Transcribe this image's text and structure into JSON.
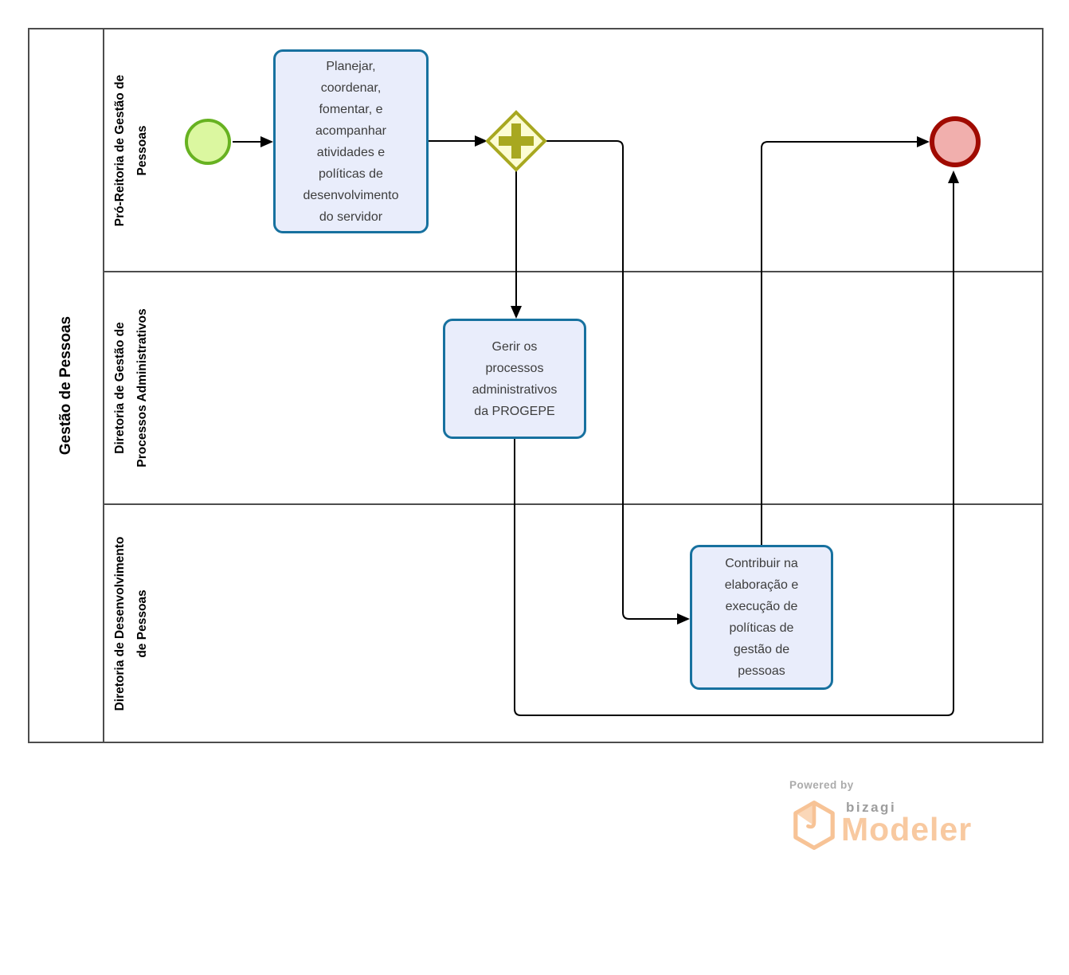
{
  "pool": {
    "label": "Gestão de Pessoas"
  },
  "lanes": [
    {
      "label": "Pró-Reitoria de Gestão de\nPessoas"
    },
    {
      "label": "Diretoria de Gestão de\nProcessos Administrativos"
    },
    {
      "label": "Diretoria de Desenvolvimento\nde Pessoas"
    }
  ],
  "nodes": {
    "start_event": {
      "type": "start-event",
      "fill": "#DBF7A0",
      "border": "#67B221"
    },
    "task1": {
      "label": "Planejar,\ncoordenar,\nfomentar, e\nacompanhar\natividades e\npolíticas de\ndesenvolvimento\ndo servidor"
    },
    "gateway": {
      "type": "parallel-gateway",
      "fill": "#FCFCD2",
      "border": "#A8A820"
    },
    "task2": {
      "label": "Gerir os\nprocessos\nadministrativos\nda PROGEPE"
    },
    "task3": {
      "label": "Contribuir na\nelaboração e\nexecução de\npolíticas de\ngestão de\npessoas"
    },
    "end_event": {
      "type": "end-event",
      "fill": "#F1AFAD",
      "border": "#A00A00"
    },
    "task_style": {
      "fill": "#E9EDFB",
      "border": "#17719F"
    }
  },
  "branding": {
    "powered_by": "Powered by",
    "brand": "bizagi",
    "product": "Modeler",
    "accent_color": "#F8C9A0",
    "gray_color": "#9D9D9D"
  }
}
